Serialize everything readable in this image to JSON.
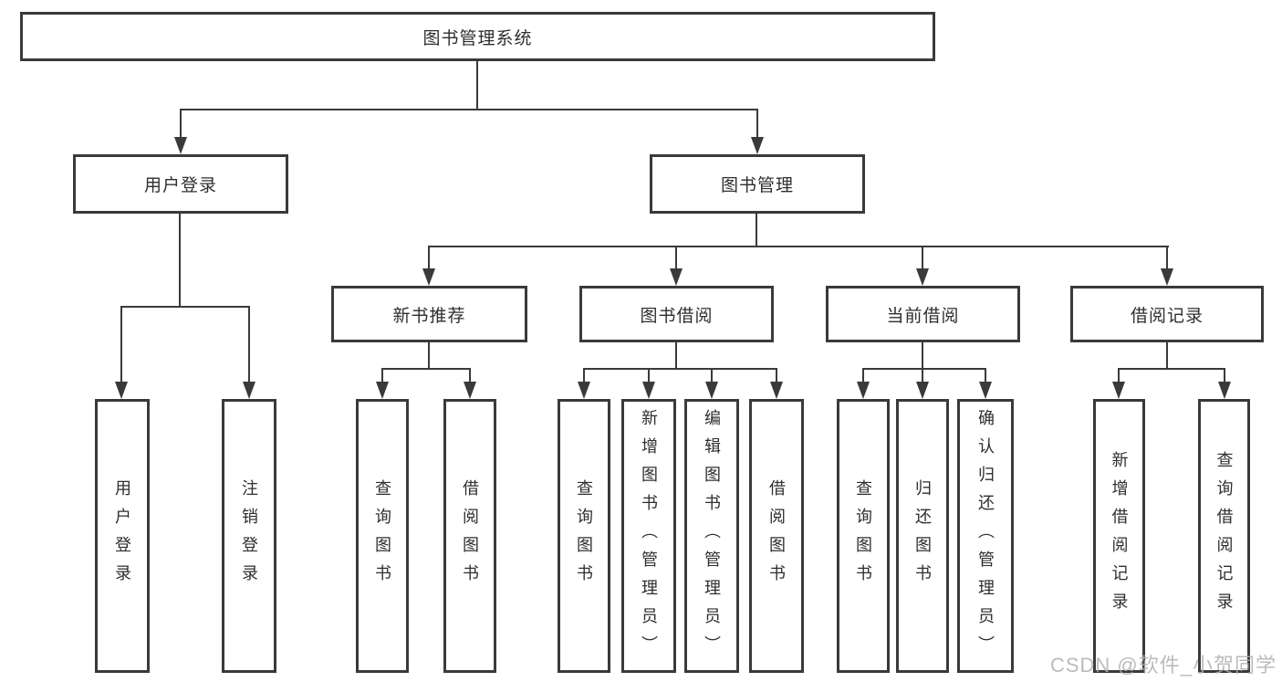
{
  "diagram": {
    "root": "图书管理系统",
    "level2": {
      "user_login": "用户登录",
      "book_mgmt": "图书管理"
    },
    "level3": {
      "new_books": "新书推荐",
      "borrow": "图书借阅",
      "current": "当前借阅",
      "records": "借阅记录"
    },
    "leaves": {
      "user_login": [
        "用户登录",
        "注销登录"
      ],
      "new_books": [
        "查询图书",
        "借阅图书"
      ],
      "borrow": [
        "查询图书",
        "新增图书（管理员）",
        "编辑图书（管理员）",
        "借阅图书"
      ],
      "current": [
        "查询图书",
        "归还图书",
        "确认归还（管理员）"
      ],
      "records": [
        "新增借阅记录",
        "查询借阅记录"
      ]
    }
  },
  "watermark": "CSDN @软件_小贺同学",
  "colors": {
    "line": "#3a3a3a",
    "text": "#2e2e2e",
    "box_background": "#ffffff",
    "watermark": "#afafaf"
  }
}
